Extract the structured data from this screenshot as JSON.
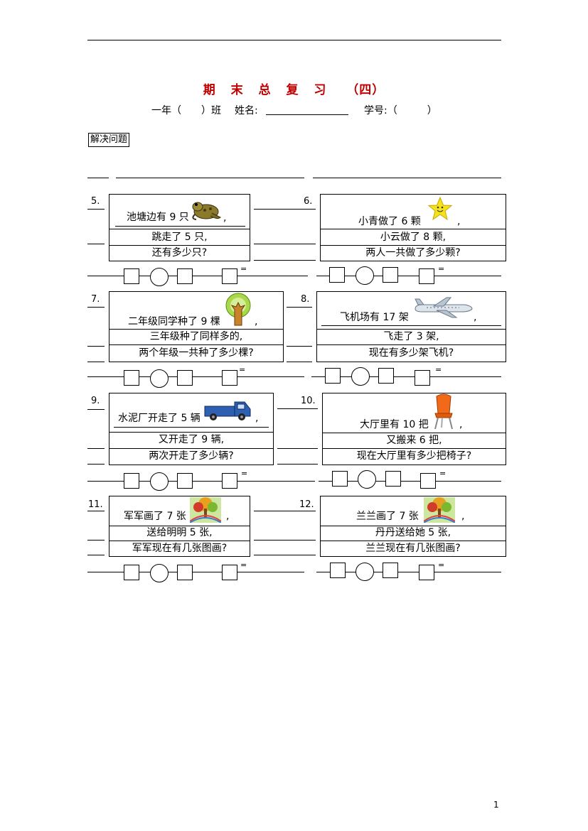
{
  "title_chars": [
    "期",
    "末",
    "总",
    "复",
    "习",
    "（四）"
  ],
  "header": {
    "class_label": "一年（　　）班",
    "name_label": "姓名:",
    "student_no_label": "学号:（　　　）"
  },
  "section_tag": "解决问题",
  "problems": [
    {
      "number": "5.",
      "line1": "池塘边有 9 只",
      "line2": "跳走了 5 只,",
      "line3": "还有多少只?",
      "pic": "frog-picture",
      "comma": ","
    },
    {
      "number": "6.",
      "line1": "小青做了 6 颗",
      "line2": "小云做了 8 颗,",
      "line3": "两人一共做了多少颗?",
      "pic": "star-picture",
      "comma": ","
    },
    {
      "number": "7.",
      "line1": "二年级同学种了 9 棵",
      "line2": "三年级种了同样多的,",
      "line3": "两个年级一共种了多少棵?",
      "pic": "tree-picture",
      "comma": ","
    },
    {
      "number": "8.",
      "line1": "飞机场有 17 架",
      "line2": "飞走了 3 架,",
      "line3": "现在有多少架飞机?",
      "pic": "airplane-picture",
      "comma": ","
    },
    {
      "number": "9.",
      "line1": "水泥厂开走了 5 辆",
      "line2": "又开走了 9 辆,",
      "line3": "两次开走了多少辆?",
      "pic": "truck-picture",
      "comma": ","
    },
    {
      "number": "10.",
      "line1": "大厅里有 10 把",
      "line2": "又搬来 6 把,",
      "line3": "现在大厅里有多少把椅子?",
      "pic": "chair-picture",
      "comma": ","
    },
    {
      "number": "11.",
      "line1": "军军画了 7 张",
      "line2": "送给明明 5 张,",
      "line3": "军军现在有几张图画?",
      "pic": "painting-picture",
      "comma": ","
    },
    {
      "number": "12.",
      "line1": "兰兰画了 7 张",
      "line2": "丹丹送给她 5 张,",
      "line3": "兰兰现在有几张图画?",
      "pic": "painting-picture",
      "comma": ","
    }
  ],
  "equals_sign": "=",
  "page_number": "1"
}
